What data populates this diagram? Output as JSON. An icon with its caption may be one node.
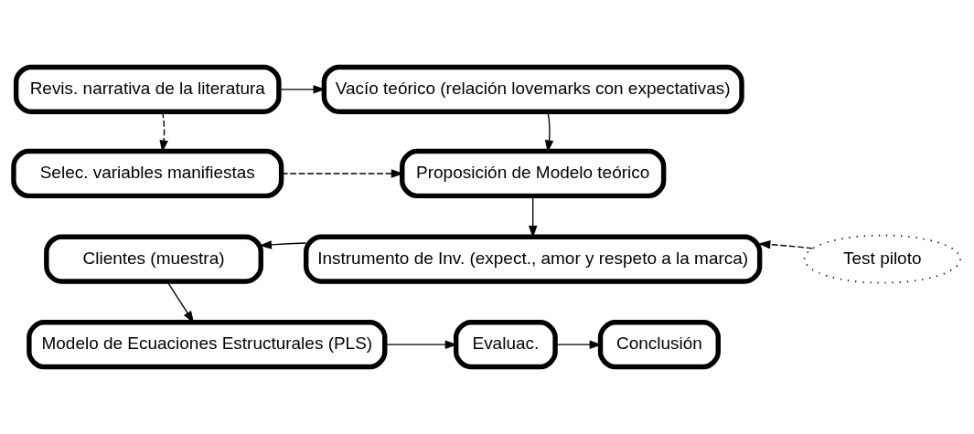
{
  "diagram": {
    "nodes": [
      {
        "text": [
          "Revis. narrativa de la literatura"
        ]
      },
      {
        "text": [
          "Vacío teórico (relación lovemarks con expectativas)"
        ]
      },
      {
        "text": [
          "Selec. variables manifiestas"
        ]
      },
      {
        "text": [
          "Proposición de Modelo teórico"
        ]
      },
      {
        "text": [
          "Instrumento de Inv. (expect., amor y respeto a la marca)"
        ]
      },
      {
        "text": [
          "Test piloto"
        ]
      },
      {
        "text": [
          "Clientes (muestra)"
        ]
      },
      {
        "text": [
          "Modelo de Ecuaciones Estructurales (PLS)"
        ]
      },
      {
        "text": [
          "Evaluac."
        ]
      },
      {
        "text": [
          "Conclusión"
        ]
      }
    ],
    "edges": [
      {
        "from": 0,
        "to": 1,
        "arrow": "to"
      },
      {
        "from": 1,
        "to": 3,
        "arrow": "to"
      },
      {
        "from": 0,
        "to": 2,
        "arrow": "to",
        "style": "dashed"
      },
      {
        "from": 2,
        "to": 3,
        "arrow": "to",
        "style": "dashed"
      },
      {
        "from": 3,
        "to": 4,
        "arrow": "to"
      },
      {
        "from": 5,
        "to": 4,
        "arrow": "to",
        "style": "dashed"
      },
      {
        "from": 4,
        "to": 6,
        "arrow": "to"
      },
      {
        "from": 6,
        "to": 7,
        "arrow": "to"
      },
      {
        "from": 7,
        "to": 8,
        "arrow": "to"
      },
      {
        "from": 8,
        "to": 9,
        "arrow": "to"
      }
    ]
  }
}
